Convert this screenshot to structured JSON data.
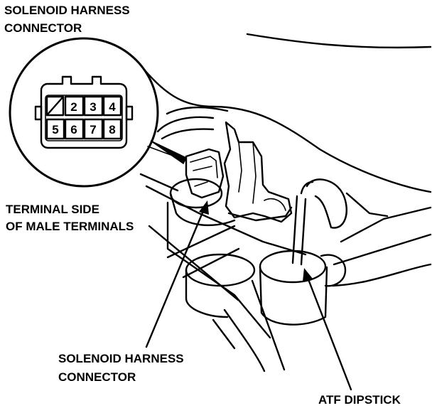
{
  "labels": {
    "top_line1": "SOLENOID HARNESS",
    "top_line2": "CONNECTOR",
    "terminal_line1": "TERMINAL SIDE",
    "terminal_line2": "OF MALE TERMINALS",
    "bottom_line1": "SOLENOID HARNESS",
    "bottom_line2": "CONNECTOR",
    "dipstick": "ATF DIPSTICK"
  },
  "connector": {
    "top_row": [
      "2",
      "3",
      "4"
    ],
    "bottom_row": [
      "5",
      "6",
      "7",
      "8"
    ]
  }
}
